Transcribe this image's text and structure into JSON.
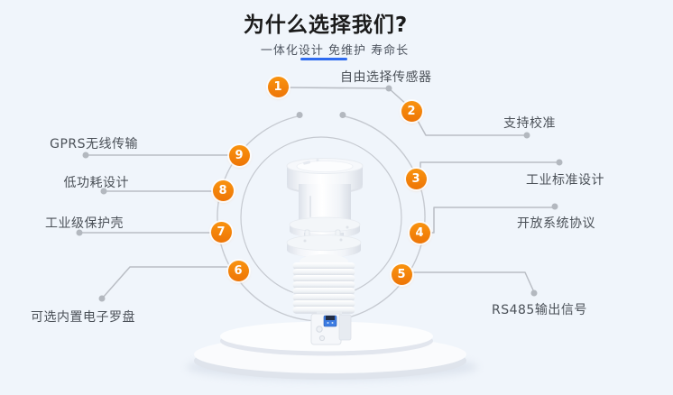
{
  "banner": {
    "title": "为什么选择我们?",
    "subtitle": "一体化设计 免维护 寿命长"
  },
  "features": [
    {
      "num": "1",
      "label": "自由选择传感器"
    },
    {
      "num": "2",
      "label": "支持校准"
    },
    {
      "num": "3",
      "label": "工业标准设计"
    },
    {
      "num": "4",
      "label": "开放系统协议"
    },
    {
      "num": "5",
      "label": "RS485输出信号"
    },
    {
      "num": "6",
      "label": "可选内置电子罗盘"
    },
    {
      "num": "7",
      "label": "工业级保护壳"
    },
    {
      "num": "8",
      "label": "低功耗设计"
    },
    {
      "num": "9",
      "label": "GPRS无线传输"
    }
  ],
  "illustration": "compact-weather-sensor-on-podium",
  "colors": {
    "background": "#f0f5fb",
    "accent_orange": "#ee7506",
    "accent_blue": "#2e6bf0",
    "line_gray": "#bfc3ca",
    "title_text": "#1b1b1b",
    "label_text": "#4b5158"
  }
}
